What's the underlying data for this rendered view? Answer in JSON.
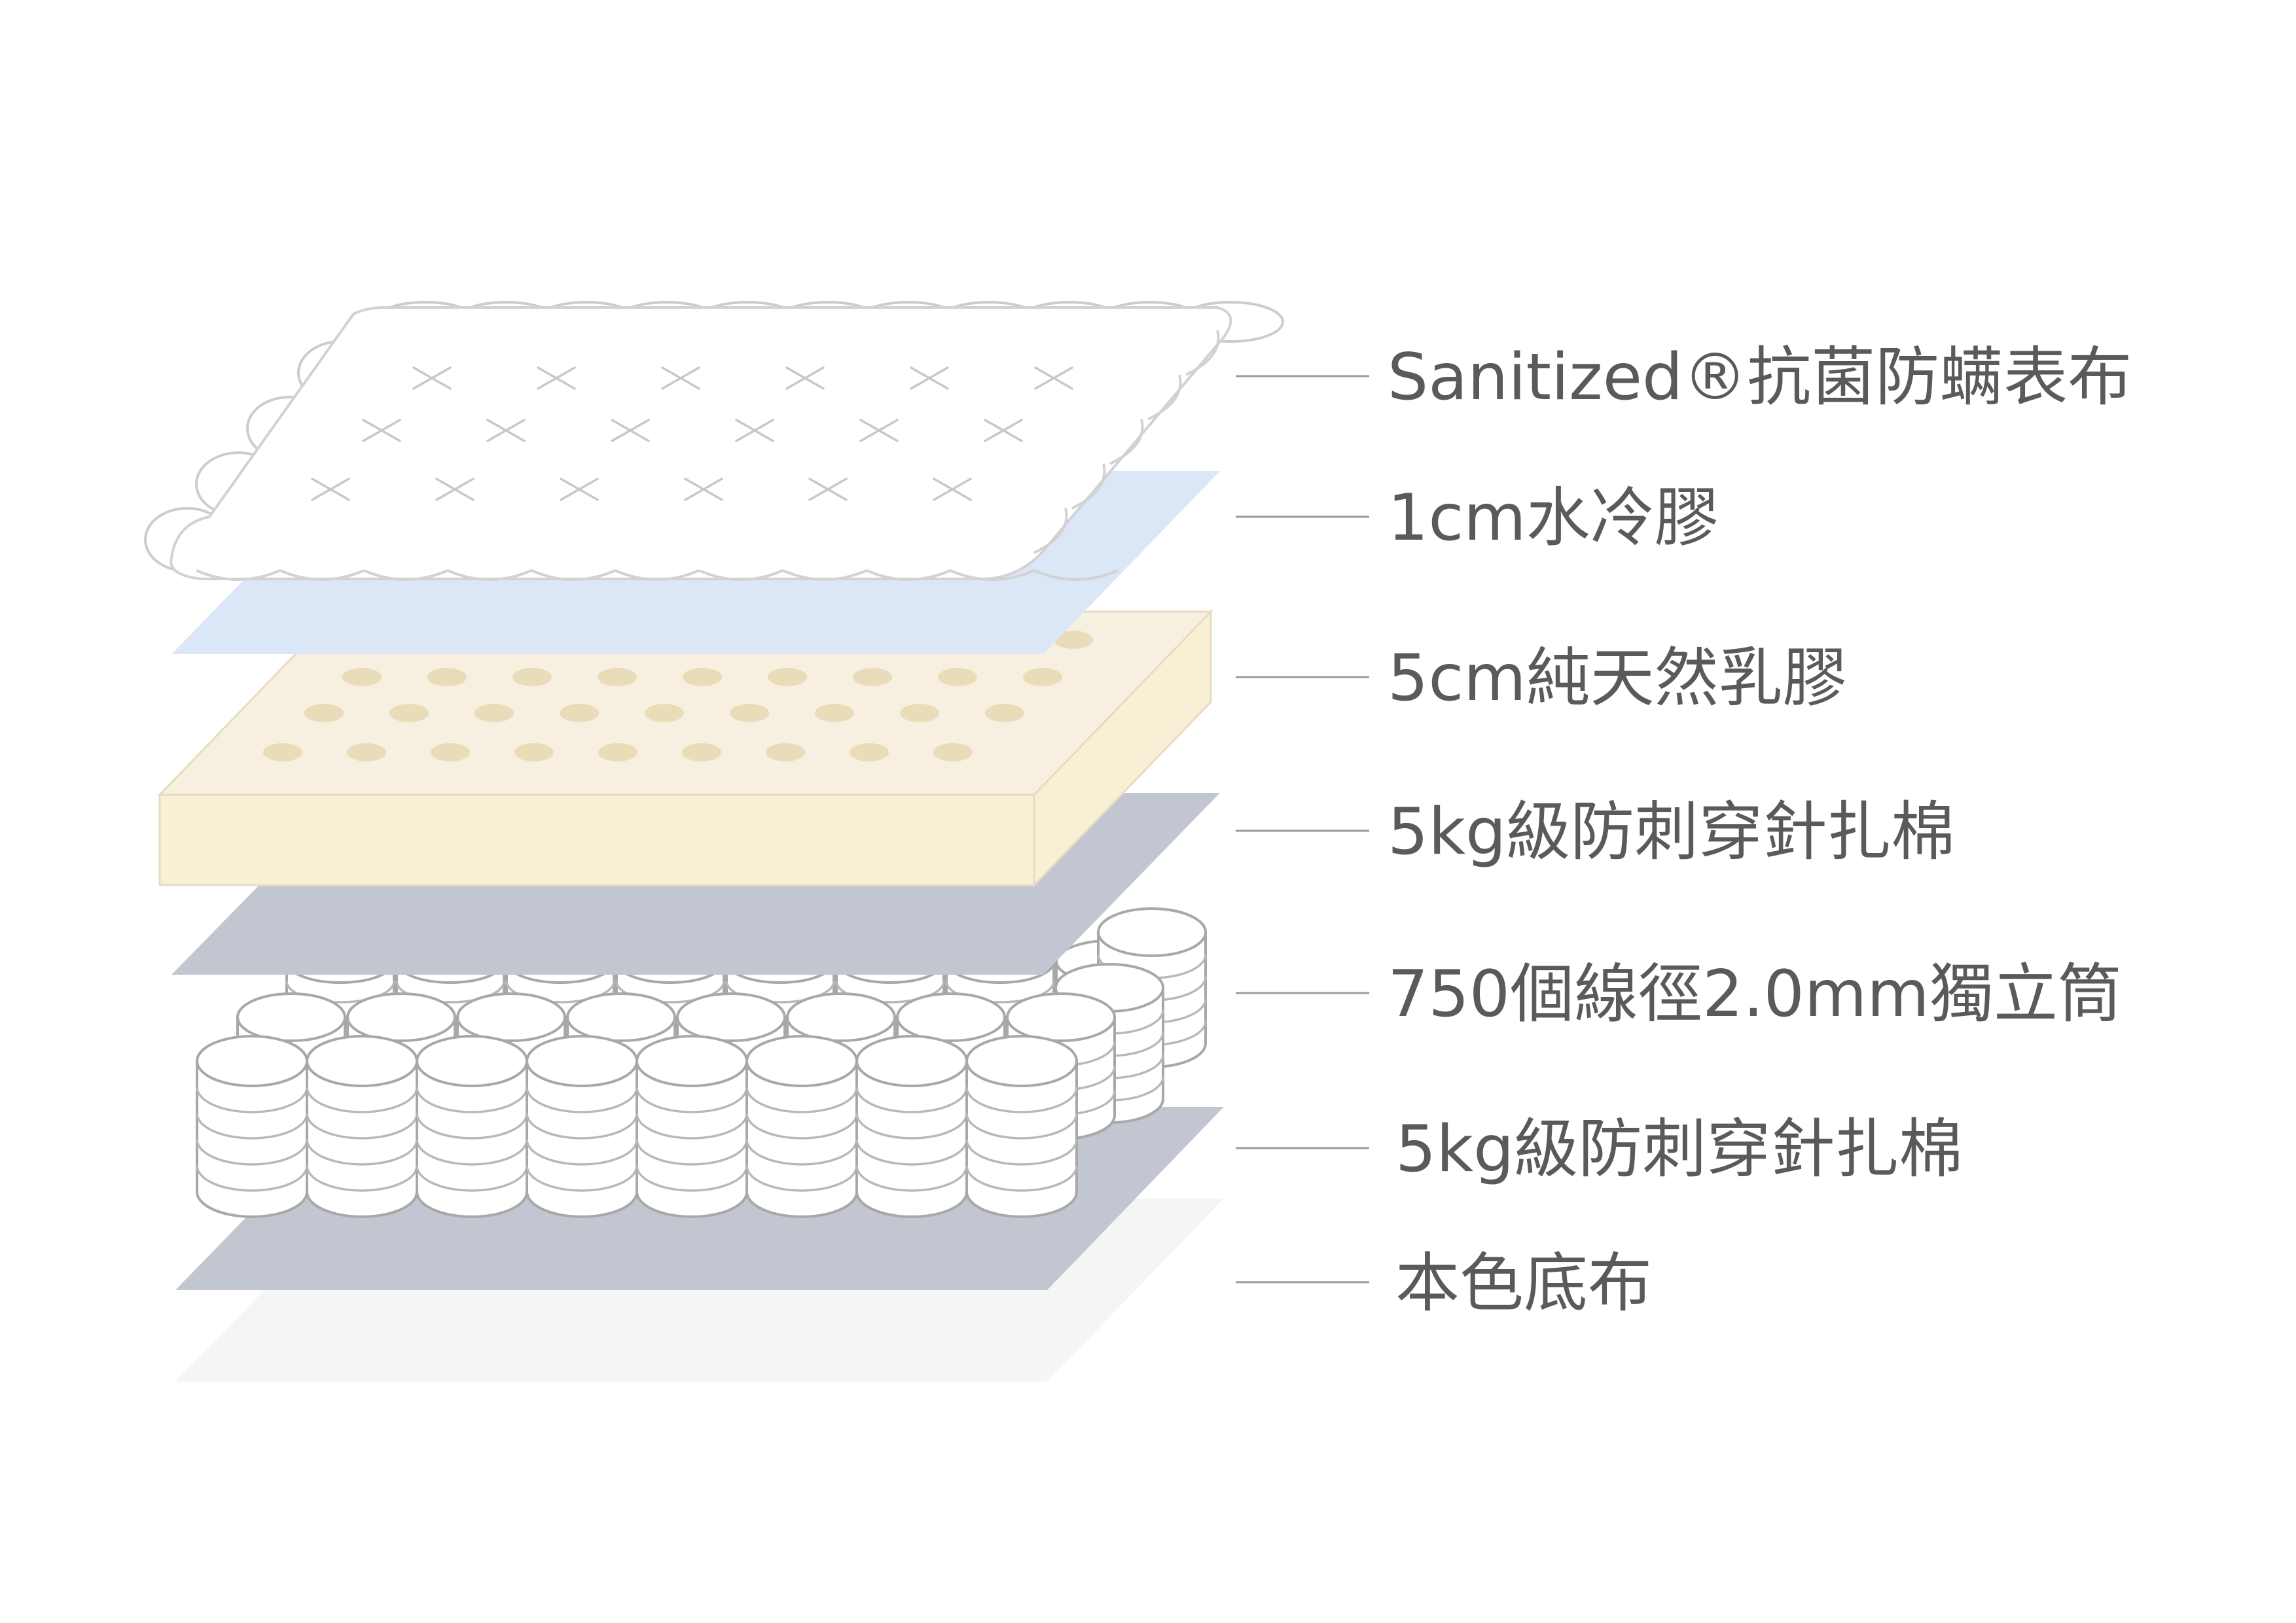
{
  "colors": {
    "fabric_cover": "#ffffff",
    "cool_gel": "#dbe7f6",
    "latex_top": "#f7f0e1",
    "latex_side": "#f9efd4",
    "latex_hole": "#e9dcb8",
    "felt_pad": "#c1c6d1",
    "spring_outline": "#a8a8a8",
    "base_fabric": "#f4f6f6",
    "label_text": "#5a5a5a",
    "leader_line": "#9a9a9a"
  },
  "layers": [
    {
      "id": "cover",
      "label": "Sanitized®抗菌防螨表布"
    },
    {
      "id": "gel",
      "label": "1cm水冷膠"
    },
    {
      "id": "latex",
      "label": "5cm純天然乳膠"
    },
    {
      "id": "felt_top",
      "label": "5kg級防刺穿針扎棉"
    },
    {
      "id": "springs",
      "label": "750個線徑2.0mm獨立筒"
    },
    {
      "id": "felt_bottom",
      "label": "5kg級防刺穿針扎棉"
    },
    {
      "id": "base",
      "label": "本色底布"
    }
  ]
}
